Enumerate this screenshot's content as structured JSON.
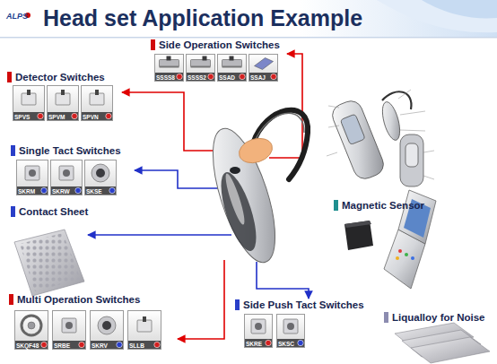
{
  "diagram": {
    "title": "Head set Application Example",
    "nodes": [
      {
        "text": [
          "Side Operation Switches"
        ]
      },
      {
        "text": [
          "SSSS8"
        ],
        "in": 0
      },
      {
        "text": [
          "SSSS2"
        ],
        "in": 0
      },
      {
        "text": [
          "SSAD"
        ],
        "in": 0
      },
      {
        "text": [
          "SSAJ"
        ],
        "in": 0
      },
      {
        "text": [
          "Detector Switches"
        ]
      },
      {
        "text": [
          "SPVS"
        ],
        "in": 5
      },
      {
        "text": [
          "SPVM"
        ],
        "in": 5
      },
      {
        "text": [
          "SPVN"
        ],
        "in": 5
      },
      {
        "text": [
          "Single Tact Switches"
        ]
      },
      {
        "text": [
          "SKRM"
        ],
        "in": 9
      },
      {
        "text": [
          "SKRW"
        ],
        "in": 9
      },
      {
        "text": [
          "SKSE"
        ],
        "in": 9
      },
      {
        "text": [
          "Contact Sheet"
        ]
      },
      {
        "text": [
          "Magnetic Sensor"
        ]
      },
      {
        "text": [
          "Multi Operation Switches"
        ]
      },
      {
        "text": [
          "SKQF48"
        ],
        "in": 15
      },
      {
        "text": [
          "SRBE"
        ],
        "in": 15
      },
      {
        "text": [
          "SKRV"
        ],
        "in": 15
      },
      {
        "text": [
          "SLLB"
        ],
        "in": 15
      },
      {
        "text": [
          "Side Push Tact Switches"
        ]
      },
      {
        "text": [
          "SKRE"
        ],
        "in": 20
      },
      {
        "text": [
          "SKSC"
        ],
        "in": 20
      },
      {
        "text": [
          "Liqualloy for Noise"
        ]
      }
    ],
    "labels": [
      "ALPS"
    ]
  }
}
